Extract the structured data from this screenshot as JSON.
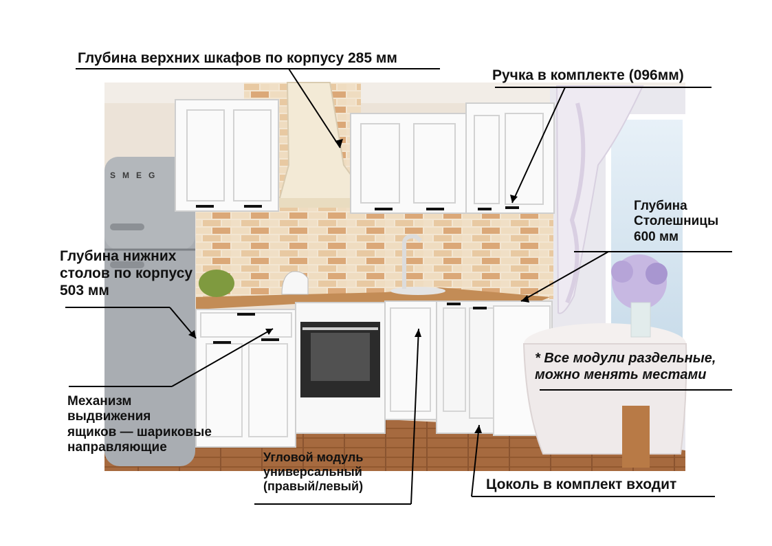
{
  "brand": {
    "fridge_logo": "SMEG"
  },
  "annotations": {
    "upper_depth": "Глубина верхних шкафов по корпусу 285 мм",
    "handle": "Ручка в комплекте (096мм)",
    "countertop_depth": "Глубина\nСтолешницы\n 600 мм",
    "lower_depth": "Глубина нижних\nстолов по корпусу\n503 мм",
    "modules_note": "* Все модули раздельные,\nможно менять местами",
    "drawer_mechanism": "Механизм\nвыдвижения\nящиков — шариковые\nнаправляющие",
    "corner_module": "Угловой модуль\n универсальный\n(правый/левый)",
    "plinth": "Цоколь в комплект входит"
  },
  "colors": {
    "wall": "#efe5d8",
    "brick_light": "#f1e2cc",
    "brick_orange": "#d9a06c",
    "cabinet": "#fafafa",
    "countertop": "#c08b56",
    "floor": "#a2653a",
    "fridge": "#a7abb0"
  }
}
